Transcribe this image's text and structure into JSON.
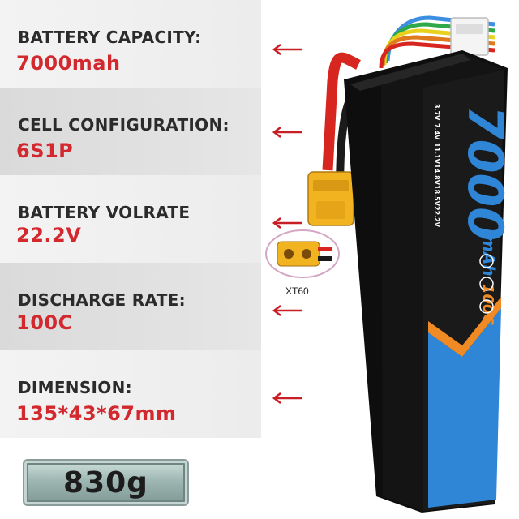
{
  "specs": [
    {
      "label": "BATTERY CAPACITY:",
      "value": "7000mah"
    },
    {
      "label": "CELL CONFIGURATION:",
      "value": "6S1P"
    },
    {
      "label": "BATTERY VOLRATE",
      "value": "22.2V"
    },
    {
      "label": "DISCHARGE RATE:",
      "value": "100C"
    },
    {
      "label": "DIMENSION:",
      "value": "135*43*67mm"
    }
  ],
  "weight": "830g",
  "battery": {
    "capacity_big": "7000",
    "capacity_unit": "mAh",
    "rate": "100C",
    "cell_readouts": [
      "3.7V",
      "7.4V",
      "11.1V",
      "14.8V",
      "18.5V",
      "22.2V"
    ]
  },
  "connector_label": "XT60",
  "colors": {
    "value_red": "#d2282e",
    "label_dark": "#2b2b2b",
    "arrow_red": "#c81e25",
    "battery_black": "#141414",
    "battery_blue": "#2f86d6",
    "battery_orange": "#f08a24",
    "wire_red": "#d6261f",
    "connector_yellow": "#f2b320"
  }
}
